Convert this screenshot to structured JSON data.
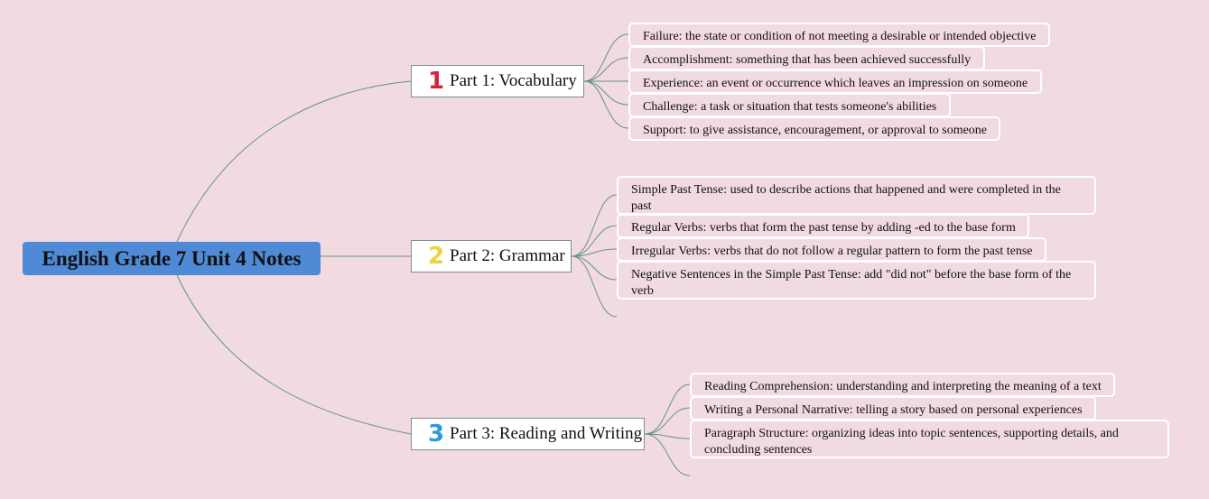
{
  "map": {
    "root": "English Grade 7 Unit 4 Notes",
    "parts": [
      {
        "number": "1",
        "label": "Part 1: Vocabulary",
        "items": [
          "Failure: the state or condition of not meeting a desirable or intended objective",
          "Accomplishment: something that has been achieved successfully",
          "Experience: an event or occurrence which leaves an impression on someone",
          "Challenge: a task or situation that tests someone's abilities",
          "Support: to give assistance, encouragement, or approval to someone"
        ]
      },
      {
        "number": "2",
        "label": "Part 2: Grammar",
        "items": [
          "Simple Past Tense: used to describe actions that happened and were completed in the past",
          "Regular Verbs: verbs that form the past tense by adding -ed to the base form",
          "Irregular Verbs: verbs that do not follow a regular pattern to form the past tense",
          "Negative Sentences in the Simple Past Tense: add \"did not\" before the base form of the verb"
        ]
      },
      {
        "number": "3",
        "label": "Part 3: Reading and Writing",
        "items": [
          "Reading Comprehension: understanding and interpreting the meaning of a text",
          "Writing a Personal Narrative: telling a story based on personal experiences",
          "Paragraph Structure: organizing ideas into topic sentences, supporting details, and concluding sentences"
        ]
      }
    ]
  },
  "colors": {
    "background": "#f2dae1",
    "root_fill": "#4e8ad6",
    "connector": "#5f9483",
    "number_1": "#d6233a",
    "number_2": "#f0d23d",
    "number_3": "#2a9ad8"
  }
}
